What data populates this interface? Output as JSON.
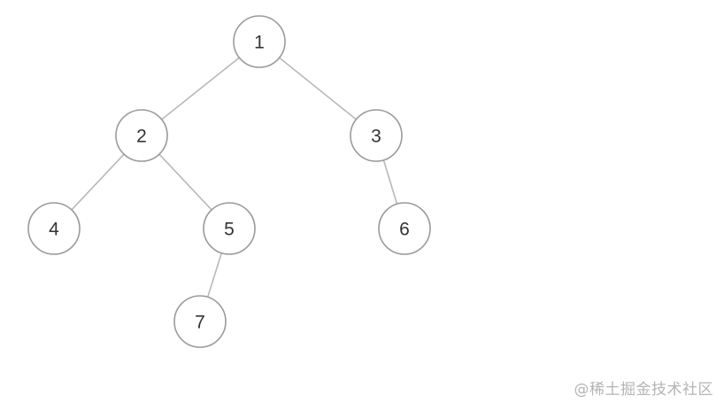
{
  "tree": {
    "nodes": [
      {
        "id": "n1",
        "label": "1"
      },
      {
        "id": "n2",
        "label": "2"
      },
      {
        "id": "n3",
        "label": "3"
      },
      {
        "id": "n4",
        "label": "4"
      },
      {
        "id": "n5",
        "label": "5"
      },
      {
        "id": "n6",
        "label": "6"
      },
      {
        "id": "n7",
        "label": "7"
      }
    ],
    "edges": [
      {
        "from": "n1",
        "to": "n2"
      },
      {
        "from": "n1",
        "to": "n3"
      },
      {
        "from": "n2",
        "to": "n4"
      },
      {
        "from": "n2",
        "to": "n5"
      },
      {
        "from": "n3",
        "to": "n6"
      },
      {
        "from": "n5",
        "to": "n7"
      }
    ]
  },
  "watermark": {
    "text": "@稀土掘金技术社区"
  },
  "colors": {
    "edge": "#b8b8b8",
    "node_border": "#9a9a9a",
    "node_fill": "#ffffff",
    "label": "#333333",
    "watermark": "#b4b4b4"
  }
}
